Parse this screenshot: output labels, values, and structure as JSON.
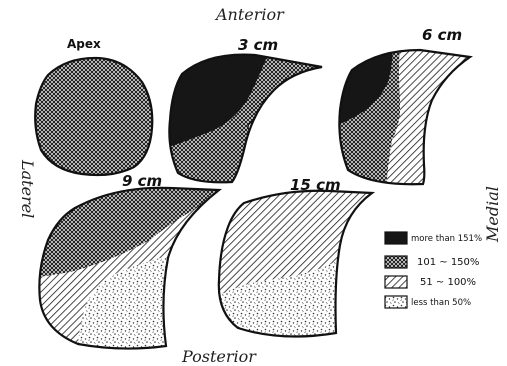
{
  "orientation": {
    "top": "Anterior",
    "bottom": "Posterior",
    "left": "Laterel",
    "right": "Medial"
  },
  "sections": [
    {
      "id": "apex",
      "label": "Apex"
    },
    {
      "id": "3cm",
      "label": "3 cm"
    },
    {
      "id": "6cm",
      "label": "6 cm"
    },
    {
      "id": "9cm",
      "label": "9 cm"
    },
    {
      "id": "15cm",
      "label": "15 cm"
    }
  ],
  "legend": [
    {
      "label": "more than 151%",
      "pattern": "solid-black"
    },
    {
      "label": "101 ~ 150%",
      "pattern": "crosshatch"
    },
    {
      "label": "51 ~ 100%",
      "pattern": "diagonal-lines"
    },
    {
      "label": "less than 50%",
      "pattern": "stipple"
    }
  ]
}
